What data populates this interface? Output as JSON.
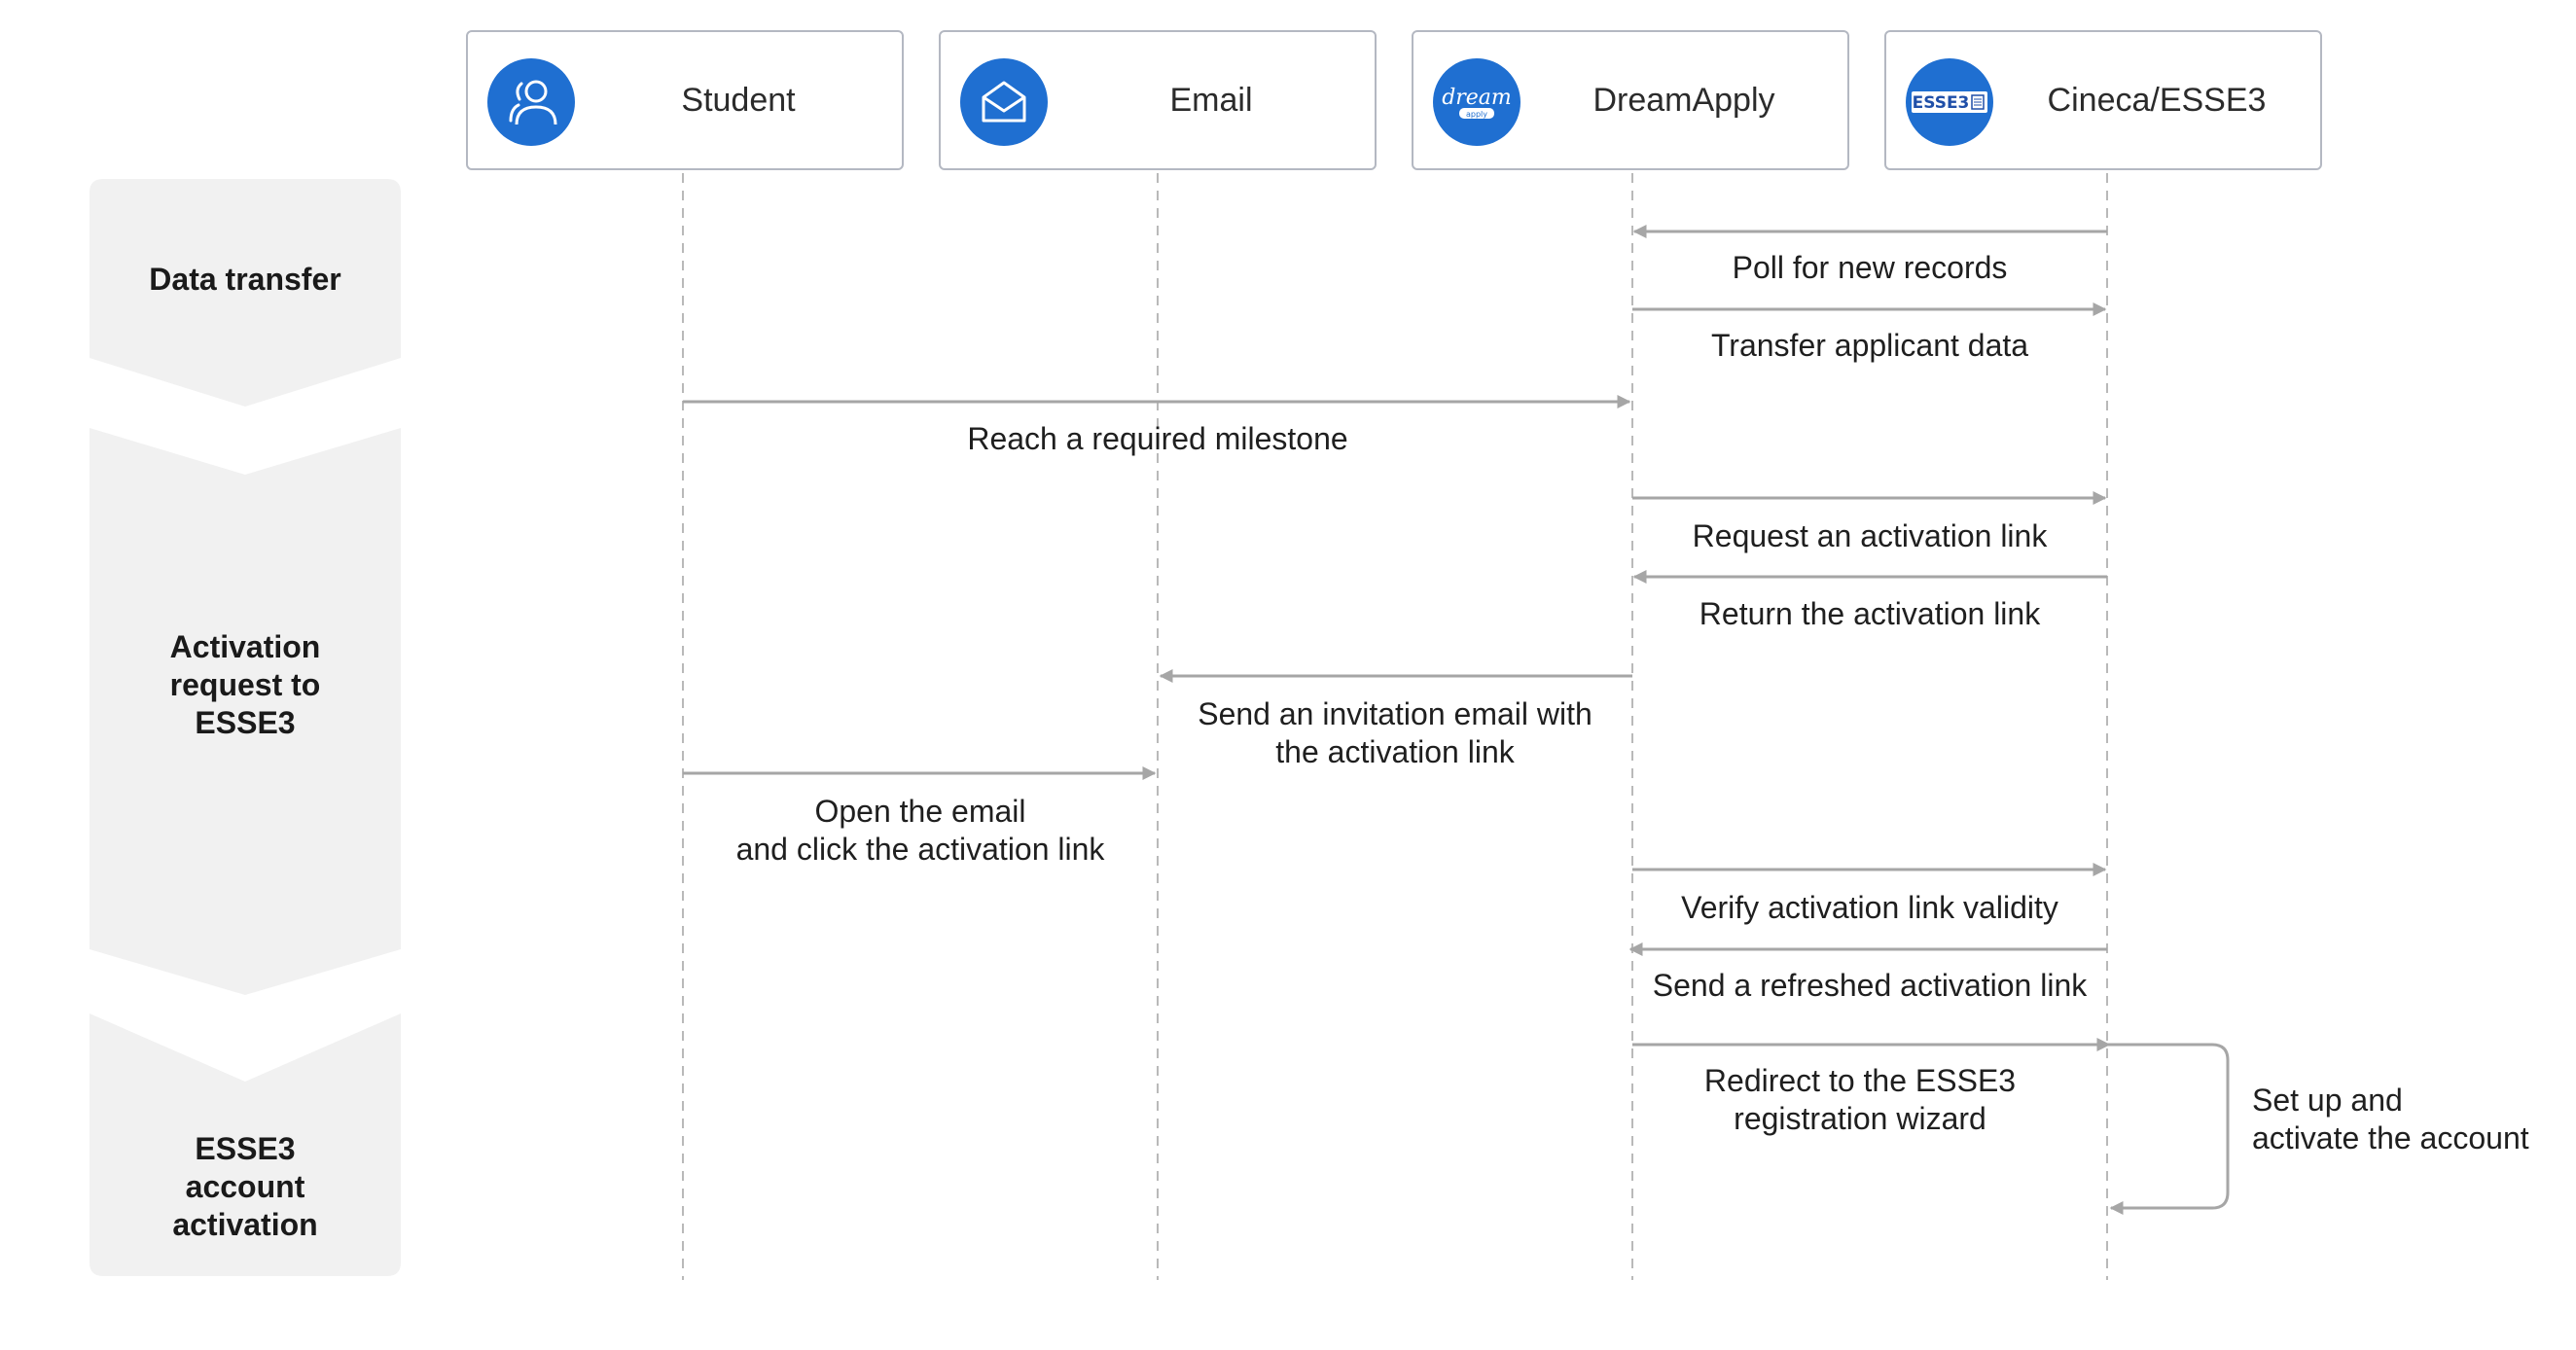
{
  "actors": [
    {
      "name": "Student",
      "icon": "student-icon"
    },
    {
      "name": "Email",
      "icon": "envelope-icon"
    },
    {
      "name": "DreamApply",
      "icon": "dreamapply-logo-icon",
      "logo_text": [
        "dream",
        "apply"
      ]
    },
    {
      "name": "Cineca/ESSE3",
      "icon": "esse3-logo-icon",
      "logo_text": "ESSE3"
    }
  ],
  "phases": [
    {
      "label": "Data transfer"
    },
    {
      "label": "Activation\nrequest to\nESSE3"
    },
    {
      "label": "ESSE3\naccount\nactivation"
    }
  ],
  "messages": [
    {
      "text": "Poll for new records",
      "from": "Cineca/ESSE3",
      "to": "DreamApply"
    },
    {
      "text": "Transfer applicant data",
      "from": "DreamApply",
      "to": "Cineca/ESSE3"
    },
    {
      "text": "Reach a required milestone",
      "from": "Student",
      "to": "DreamApply"
    },
    {
      "text": "Request an activation link",
      "from": "DreamApply",
      "to": "Cineca/ESSE3"
    },
    {
      "text": "Return the activation link",
      "from": "Cineca/ESSE3",
      "to": "DreamApply"
    },
    {
      "text": "Send an invitation email with\nthe activation link",
      "from": "DreamApply",
      "to": "Email"
    },
    {
      "text": "Open the email\nand click the activation link",
      "from": "Student",
      "to": "Email"
    },
    {
      "text": "Verify activation link validity",
      "from": "DreamApply",
      "to": "Cineca/ESSE3"
    },
    {
      "text": "Send a refreshed activation link",
      "from": "Cineca/ESSE3",
      "to": "DreamApply"
    },
    {
      "text": "Redirect to the ESSE3\nregistration wizard",
      "from": "DreamApply",
      "to": "Cineca/ESSE3"
    }
  ],
  "self_message": {
    "text": "Set up and\nactivate the account",
    "actor": "Cineca/ESSE3"
  },
  "colors": {
    "accent": "#1f6fd1",
    "lifeline": "#b9b9b9",
    "arrow": "#a6a6a6",
    "phase_fill": "#f1f1f1",
    "actor_border": "#b4b8c2"
  }
}
